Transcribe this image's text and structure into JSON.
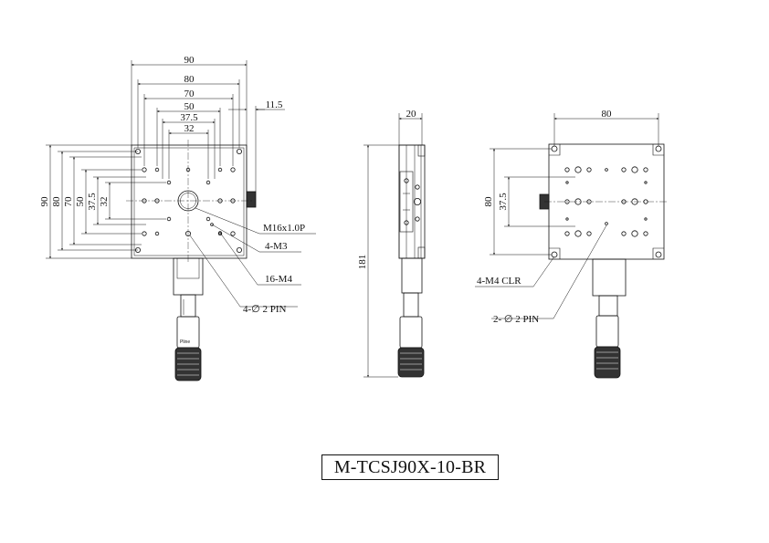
{
  "drawing": {
    "front_view": {
      "dims_horizontal": [
        "90",
        "80",
        "70",
        "50",
        "37.5",
        "32",
        "11.5"
      ],
      "dims_vertical": [
        "90",
        "80",
        "70",
        "50",
        "37.5",
        "32"
      ],
      "callouts": [
        "M16x1.0P",
        "4-M3",
        "16-M4",
        "4-∅ 2 PIN"
      ],
      "micrometer_brand": "Pline"
    },
    "side_view": {
      "dim_width": "20",
      "dim_height": "181"
    },
    "rear_view": {
      "dim_width": "80",
      "dims_vertical": [
        "80",
        "37.5"
      ],
      "callouts": [
        "4-M4 CLR",
        "2- ∅ 2 PIN"
      ]
    }
  },
  "model": "M-TCSJ90X-10-BR",
  "colors": {
    "line": "#111111",
    "paper": "#ffffff",
    "hole_fill": "#ffffff",
    "dark": "#333333"
  }
}
